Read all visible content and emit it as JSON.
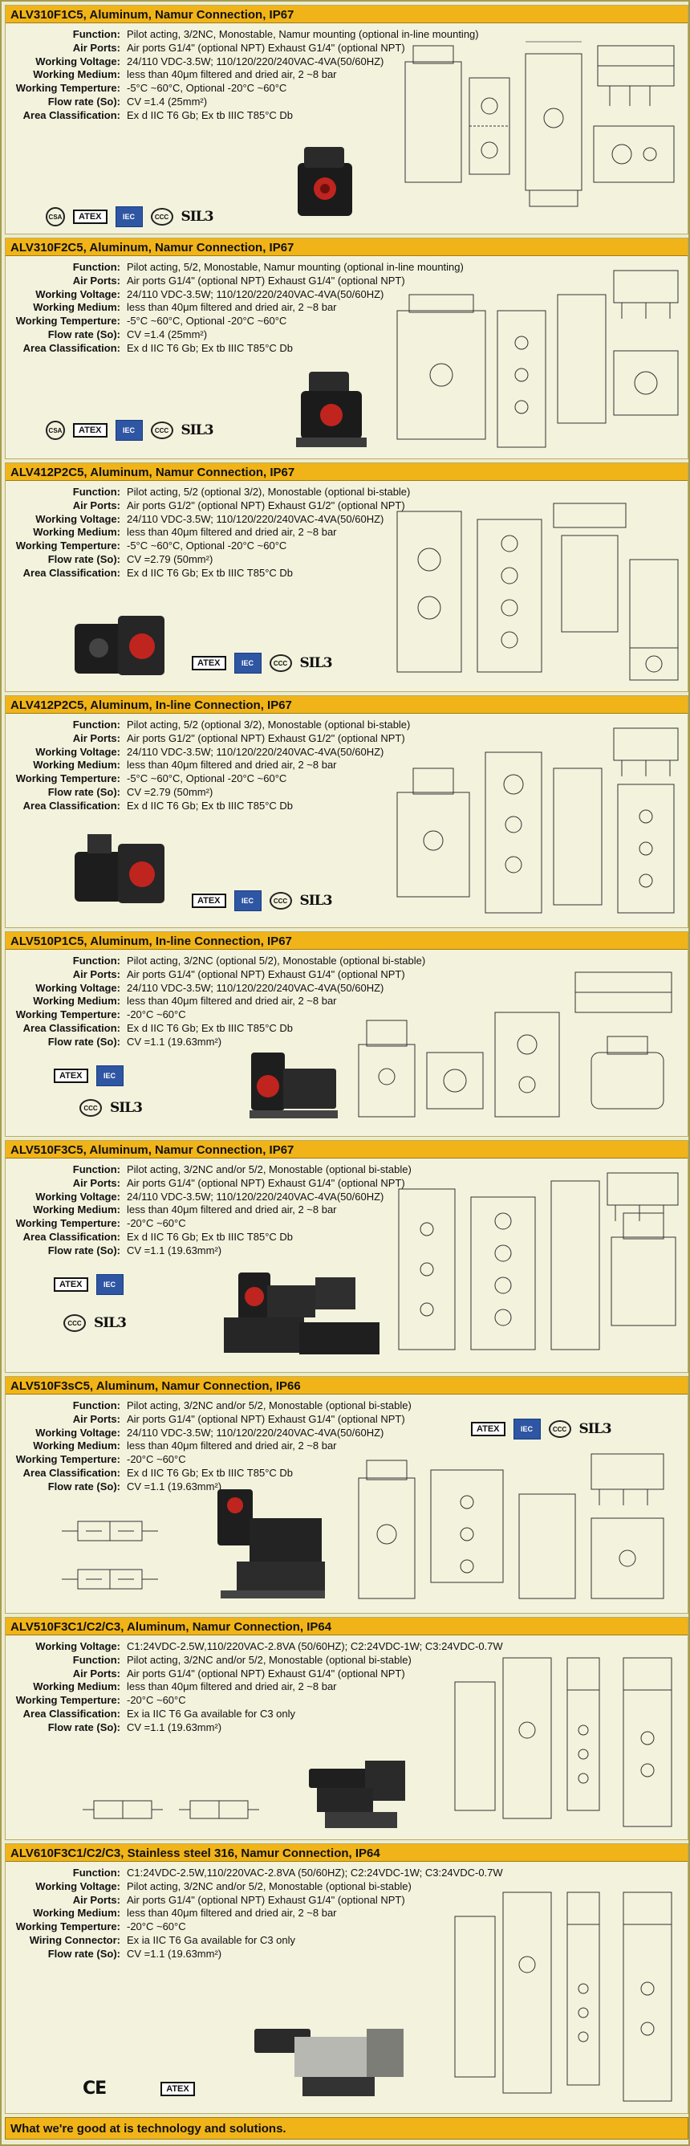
{
  "labels": {
    "function": "Function:",
    "air_ports": "Air Ports:",
    "working_voltage": "Working Voltage:",
    "working_medium": "Working Medium:",
    "working_temperture": "Working Temperture:",
    "flow_rate": "Flow rate (So):",
    "area_classification": "Area Classification:",
    "wiring_connector": "Wiring Connector:"
  },
  "sections": [
    {
      "title": "ALV310F1C5, Aluminum, Namur Connection, IP67",
      "rows": [
        {
          "k": "function",
          "v": "Pilot acting, 3/2NC, Monostable, Namur mounting (optional in-line mounting)"
        },
        {
          "k": "air_ports",
          "v": "Air ports G1/4\" (optional NPT) Exhaust G1/4\" (optional NPT)"
        },
        {
          "k": "working_voltage",
          "v": "24/110 VDC-3.5W; 110/120/220/240VAC-4VA(50/60HZ)"
        },
        {
          "k": "working_medium",
          "v": "less than 40μm filtered and dried air, 2 ~8 bar"
        },
        {
          "k": "working_temperture",
          "v": "-5°C ~60°C,  Optional   -20°C ~60°C"
        },
        {
          "k": "flow_rate",
          "v": "CV =1.4 (25mm²)"
        },
        {
          "k": "area_classification",
          "v": "Ex d IIC T6 Gb; Ex tb IIIC T85°C Db"
        }
      ],
      "certs": [
        "CSA",
        "ATEX",
        "IEC",
        "CCC",
        "SIL3"
      ]
    },
    {
      "title": "ALV310F2C5,  Aluminum, Namur Connection, IP67",
      "rows": [
        {
          "k": "function",
          "v": "Pilot acting, 5/2, Monostable, Namur mounting (optional in-line mounting)"
        },
        {
          "k": "air_ports",
          "v": "Air ports G1/4\" (optional NPT) Exhaust G1/4\" (optional NPT)"
        },
        {
          "k": "working_voltage",
          "v": "24/110 VDC-3.5W; 110/120/220/240VAC-4VA(50/60HZ)"
        },
        {
          "k": "working_medium",
          "v": "less than 40μm filtered and dried air, 2 ~8 bar"
        },
        {
          "k": "working_temperture",
          "v": "-5°C ~60°C,  Optional   -20°C ~60°C"
        },
        {
          "k": "flow_rate",
          "v": "CV =1.4 (25mm²)"
        },
        {
          "k": "area_classification",
          "v": "Ex d IIC T6 Gb; Ex tb IIIC T85°C Db"
        }
      ],
      "certs": [
        "CSA",
        "ATEX",
        "IEC",
        "CCC",
        "SIL3"
      ]
    },
    {
      "title": "ALV412P2C5,  Aluminum, Namur Connection, IP67",
      "rows": [
        {
          "k": "function",
          "v": "Pilot acting, 5/2 (optional 3/2), Monostable (optional bi-stable)"
        },
        {
          "k": "air_ports",
          "v": "Air ports G1/2\" (optional NPT) Exhaust G1/2\" (optional NPT)"
        },
        {
          "k": "working_voltage",
          "v": "24/110 VDC-3.5W; 110/120/220/240VAC-4VA(50/60HZ)"
        },
        {
          "k": "working_medium",
          "v": "less than 40μm filtered and dried air, 2 ~8 bar"
        },
        {
          "k": "working_temperture",
          "v": "-5°C ~60°C,  Optional   -20°C ~60°C"
        },
        {
          "k": "flow_rate",
          "v": "CV =2.79 (50mm²)"
        },
        {
          "k": "area_classification",
          "v": "Ex d IIC T6 Gb; Ex tb IIIC T85°C Db"
        }
      ],
      "certs": [
        "ATEX",
        "IEC",
        "CCC",
        "SIL3"
      ]
    },
    {
      "title": "ALV412P2C5, Aluminum, In-line Connection, IP67",
      "rows": [
        {
          "k": "function",
          "v": "Pilot acting, 5/2 (optional 3/2), Monostable (optional bi-stable)"
        },
        {
          "k": "air_ports",
          "v": "Air ports G1/2\" (optional NPT) Exhaust G1/2\" (optional NPT)"
        },
        {
          "k": "working_voltage",
          "v": "24/110 VDC-3.5W; 110/120/220/240VAC-4VA(50/60HZ)"
        },
        {
          "k": "working_medium",
          "v": "less than 40μm filtered and dried air, 2 ~8 bar"
        },
        {
          "k": "working_temperture",
          "v": "-5°C ~60°C,  Optional   -20°C ~60°C"
        },
        {
          "k": "flow_rate",
          "v": "CV =2.79 (50mm²)"
        },
        {
          "k": "area_classification",
          "v": "Ex d IIC T6 Gb; Ex tb IIIC T85°C Db"
        }
      ],
      "certs": [
        "ATEX",
        "IEC",
        "CCC",
        "SIL3"
      ]
    },
    {
      "title": "ALV510P1C5, Aluminum, In-line Connection, IP67",
      "rows": [
        {
          "k": "function",
          "v": "Pilot acting, 3/2NC (optional 5/2), Monostable (optional bi-stable)"
        },
        {
          "k": "air_ports",
          "v": "Air ports G1/4\" (optional NPT) Exhaust G1/4\" (optional NPT)"
        },
        {
          "k": "working_voltage",
          "v": "24/110 VDC-3.5W; 110/120/220/240VAC-4VA(50/60HZ)"
        },
        {
          "k": "working_medium",
          "v": "less than 40μm filtered and dried air, 2 ~8 bar"
        },
        {
          "k": "working_temperture",
          "v": "-20°C ~60°C"
        },
        {
          "k": "area_classification",
          "v": "Ex d IIC T6 Gb; Ex tb IIIC T85°C Db"
        },
        {
          "k": "flow_rate",
          "v": "CV =1.1 (19.63mm²)"
        }
      ],
      "certs": [
        "ATEX",
        "IEC",
        "CCC",
        "SIL3"
      ]
    },
    {
      "title": "ALV510F3C5,  Aluminum, Namur Connection, IP67",
      "rows": [
        {
          "k": "function",
          "v": "Pilot acting, 3/2NC and/or 5/2, Monostable (optional bi-stable)"
        },
        {
          "k": "air_ports",
          "v": "Air ports G1/4\" (optional NPT) Exhaust G1/4\" (optional NPT)"
        },
        {
          "k": "working_voltage",
          "v": "24/110 VDC-3.5W; 110/120/220/240VAC-4VA(50/60HZ)"
        },
        {
          "k": "working_medium",
          "v": "less than 40μm filtered and dried air, 2 ~8 bar"
        },
        {
          "k": "working_temperture",
          "v": "-20°C ~60°C"
        },
        {
          "k": "area_classification",
          "v": "Ex d IIC T6 Gb; Ex tb IIIC T85°C Db"
        },
        {
          "k": "flow_rate",
          "v": "CV =1.1 (19.63mm²)"
        }
      ],
      "certs": [
        "ATEX",
        "IEC",
        "CCC",
        "SIL3"
      ]
    },
    {
      "title": "ALV510F3sC5, Aluminum, Namur Connection, IP66",
      "rows": [
        {
          "k": "function",
          "v": "Pilot acting, 3/2NC and/or 5/2, Monostable (optional bi-stable)"
        },
        {
          "k": "air_ports",
          "v": "Air ports G1/4\" (optional NPT) Exhaust G1/4\" (optional NPT)"
        },
        {
          "k": "working_voltage",
          "v": "24/110 VDC-3.5W; 110/120/220/240VAC-4VA(50/60HZ)"
        },
        {
          "k": "working_medium",
          "v": "less than 40μm filtered and dried air, 2 ~8 bar"
        },
        {
          "k": "working_temperture",
          "v": "-20°C ~60°C"
        },
        {
          "k": "area_classification",
          "v": "Ex d IIC T6 Gb; Ex tb IIIC T85°C Db"
        },
        {
          "k": "flow_rate",
          "v": "CV =1.1 (19.63mm²)"
        }
      ],
      "certs": [
        "ATEX",
        "IEC",
        "CCC",
        "SIL3"
      ]
    },
    {
      "title": "ALV510F3C1/C2/C3, Aluminum, Namur Connection, IP64",
      "rows": [
        {
          "k": "working_voltage",
          "v": "C1:24VDC-2.5W,110/220VAC-2.8VA (50/60HZ); C2:24VDC-1W; C3:24VDC-0.7W"
        },
        {
          "k": "function",
          "v": "Pilot acting, 3/2NC and/or 5/2, Monostable (optional bi-stable)"
        },
        {
          "k": "air_ports",
          "v": "Air ports G1/4\" (optional NPT) Exhaust G1/4\" (optional NPT)"
        },
        {
          "k": "working_medium",
          "v": "less than 40μm filtered and dried air, 2 ~8 bar"
        },
        {
          "k": "working_temperture",
          "v": "-20°C ~60°C"
        },
        {
          "k": "area_classification",
          "v": "Ex ia IIC T6 Ga available for C3 only"
        },
        {
          "k": "flow_rate",
          "v": "CV =1.1 (19.63mm²)"
        }
      ],
      "certs": []
    },
    {
      "title": "ALV610F3C1/C2/C3, Stainless steel 316, Namur Connection, IP64",
      "rows": [
        {
          "k": "function",
          "v": "C1:24VDC-2.5W,110/220VAC-2.8VA (50/60HZ); C2:24VDC-1W; C3:24VDC-0.7W"
        },
        {
          "k": "working_voltage",
          "v": "Pilot acting, 3/2NC and/or 5/2, Monostable (optional bi-stable)"
        },
        {
          "k": "air_ports",
          "v": "Air ports G1/4\" (optional NPT) Exhaust G1/4\" (optional NPT)"
        },
        {
          "k": "working_medium",
          "v": "less than 40μm filtered and dried air, 2 ~8 bar"
        },
        {
          "k": "working_temperture",
          "v": "-20°C ~60°C"
        },
        {
          "k": "wiring_connector",
          "v": "Ex ia IIC T6 Ga available for C3 only"
        },
        {
          "k": "flow_rate",
          "v": "CV =1.1 (19.63mm²)"
        }
      ],
      "certs": [
        "CE",
        "ATEX"
      ]
    }
  ],
  "footer": "What we're good at is technology and solutions."
}
